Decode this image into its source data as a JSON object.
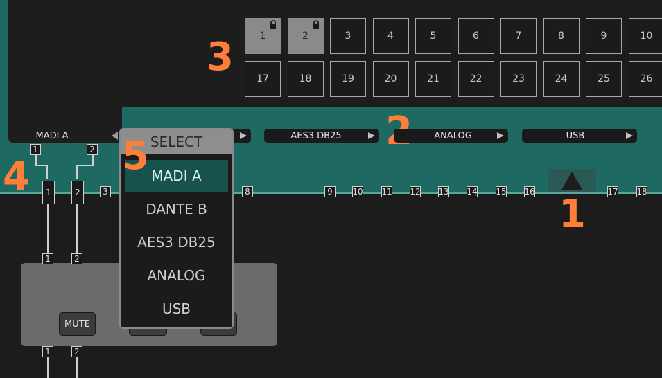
{
  "grid": {
    "row1": [
      {
        "label": "1",
        "locked": true
      },
      {
        "label": "2",
        "locked": true
      },
      {
        "label": "3",
        "locked": false
      },
      {
        "label": "4",
        "locked": false
      },
      {
        "label": "5",
        "locked": false
      },
      {
        "label": "6",
        "locked": false
      },
      {
        "label": "7",
        "locked": false
      },
      {
        "label": "8",
        "locked": false
      },
      {
        "label": "9",
        "locked": false
      },
      {
        "label": "10",
        "locked": false
      }
    ],
    "row2": [
      {
        "label": "17"
      },
      {
        "label": "18"
      },
      {
        "label": "19"
      },
      {
        "label": "20"
      },
      {
        "label": "21"
      },
      {
        "label": "22"
      },
      {
        "label": "23"
      },
      {
        "label": "24"
      },
      {
        "label": "25"
      },
      {
        "label": "26"
      }
    ]
  },
  "sources": {
    "madi_a": "MADI A",
    "aes3": "AES3 DB25",
    "analog": "ANALOG",
    "usb": "USB"
  },
  "channels": {
    "top": [
      "1",
      "2"
    ],
    "tall": [
      "1",
      "2"
    ],
    "inline": [
      "3",
      "8",
      "9",
      "10",
      "11",
      "12",
      "13",
      "14",
      "15",
      "16",
      "17",
      "18"
    ],
    "lower": [
      "1",
      "2"
    ],
    "bottom": [
      "1",
      "2"
    ]
  },
  "mute_label": "MUTE",
  "dropdown": {
    "header": "SELECT",
    "items": [
      {
        "label": "MADI A",
        "selected": true
      },
      {
        "label": "DANTE B",
        "selected": false
      },
      {
        "label": "AES3 DB25",
        "selected": false
      },
      {
        "label": "ANALOG",
        "selected": false
      },
      {
        "label": "USB",
        "selected": false
      }
    ]
  },
  "badges": [
    "1",
    "2",
    "3",
    "4",
    "5"
  ],
  "colors": {
    "teal": "#1e6a63",
    "accent_orange": "#ff7f3a",
    "selected_item": "#17524c"
  }
}
